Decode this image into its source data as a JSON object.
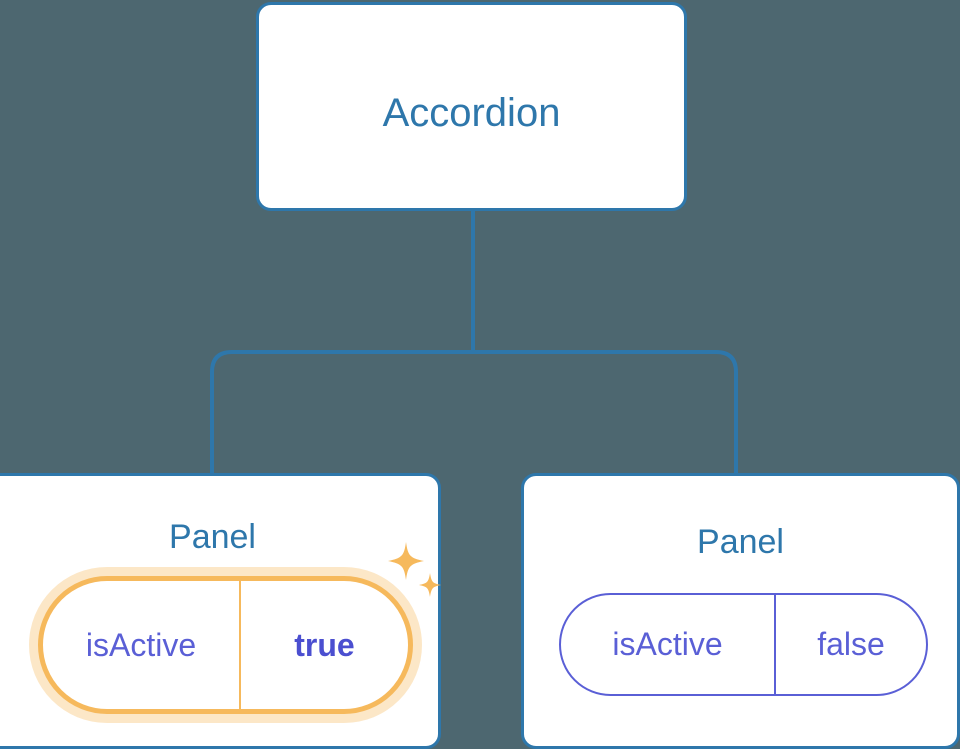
{
  "canvas": {
    "background_color": "#4d6770",
    "connector_color": "#2e77ab"
  },
  "tree": {
    "root": {
      "title": "Accordion",
      "title_color": "#2e77ab",
      "card_border_color": "#2e77ab",
      "card_background": "#ffffff"
    },
    "children": [
      {
        "title": "Panel",
        "title_color": "#2e77ab",
        "highlighted": true,
        "prop": {
          "key": "isActive",
          "value": "true",
          "key_color": "#5a5fd6",
          "value_color": "#4b4fd0",
          "pill_border_color": "#f6b95c",
          "glow_color": "rgba(246,185,92,0.34)"
        },
        "decorations": [
          {
            "icon": "sparkle-large-icon",
            "color": "#f6b95c"
          },
          {
            "icon": "sparkle-small-icon",
            "color": "#f6b95c"
          }
        ]
      },
      {
        "title": "Panel",
        "title_color": "#2e77ab",
        "highlighted": false,
        "prop": {
          "key": "isActive",
          "value": "false",
          "key_color": "#5a5fd6",
          "value_color": "#5a5fd6",
          "pill_border_color": "#5a5fd6"
        }
      }
    ]
  }
}
